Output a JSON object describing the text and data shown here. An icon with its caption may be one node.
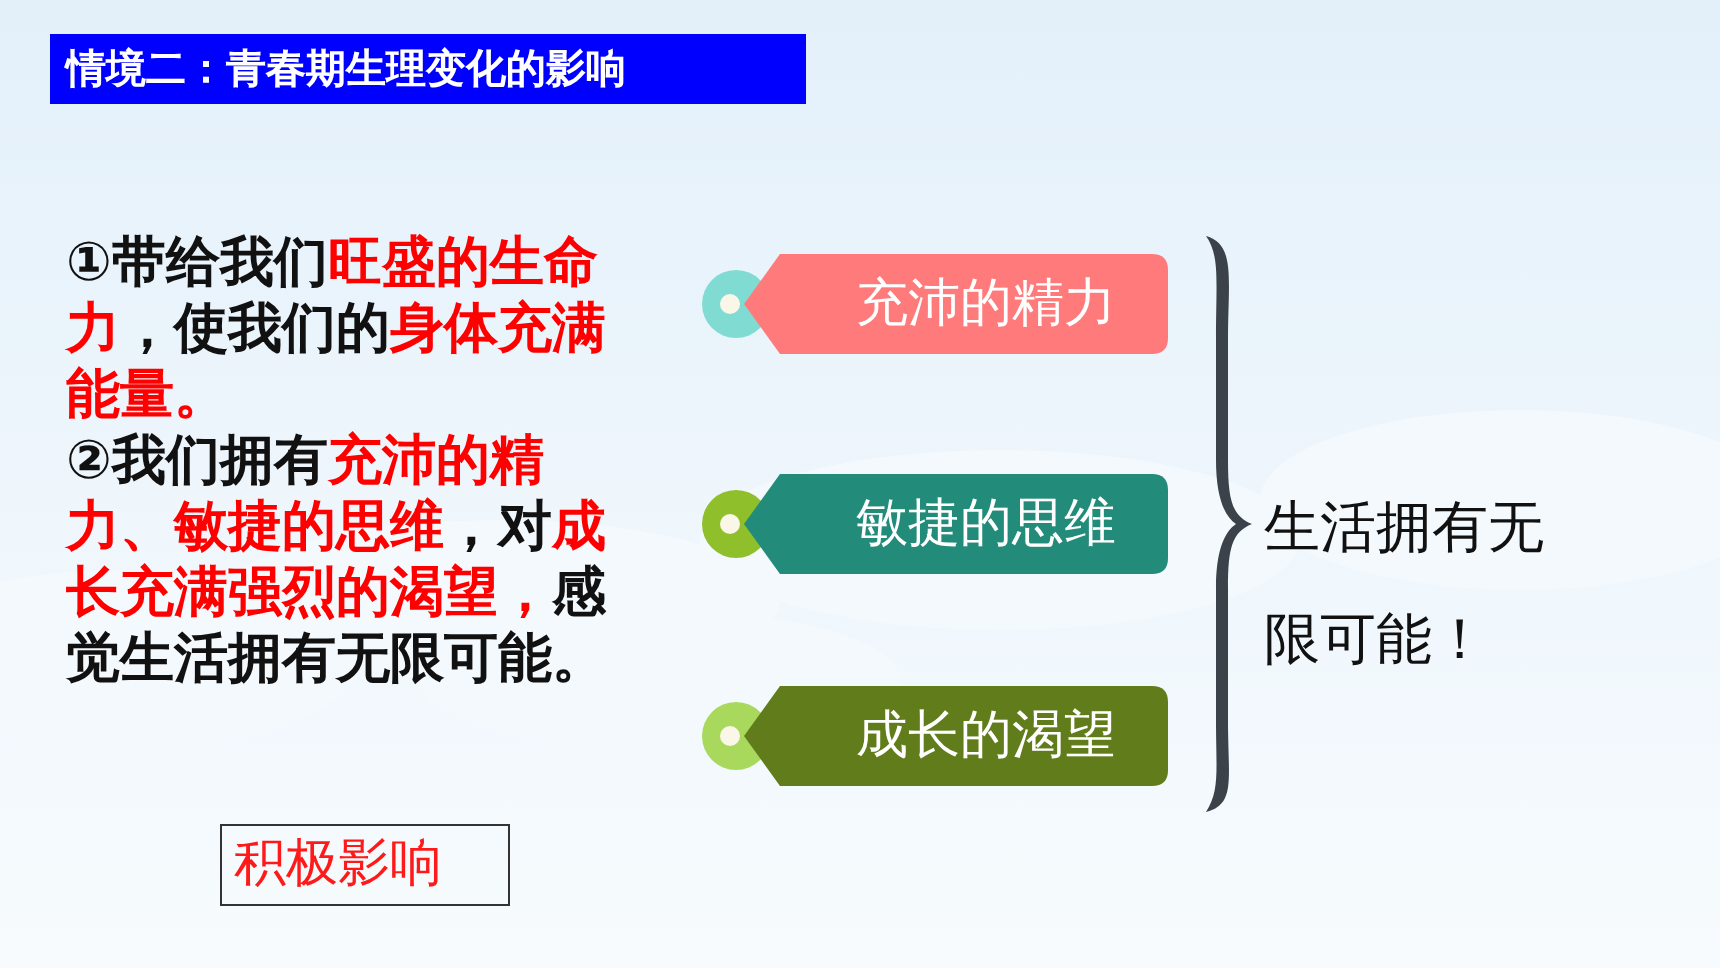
{
  "diagram": {
    "title": "情境二：青春期生理变化的影响",
    "nodes": [
      {
        "text": [
          "充沛的精力"
        ]
      },
      {
        "text": [
          "敏捷的思维"
        ]
      },
      {
        "text": [
          "成长的渴望"
        ]
      },
      {
        "text": [
          "积极影响"
        ]
      }
    ],
    "labels": [
      "①带给我们**旺盛的生命力**，使我们的**身体充满能量。**",
      "②我们拥有**充沛的精力、敏捷的思维**，对**成长充满强烈的渴望，**感觉生活拥有无限可能。",
      "生活拥有无限可能！"
    ]
  }
}
